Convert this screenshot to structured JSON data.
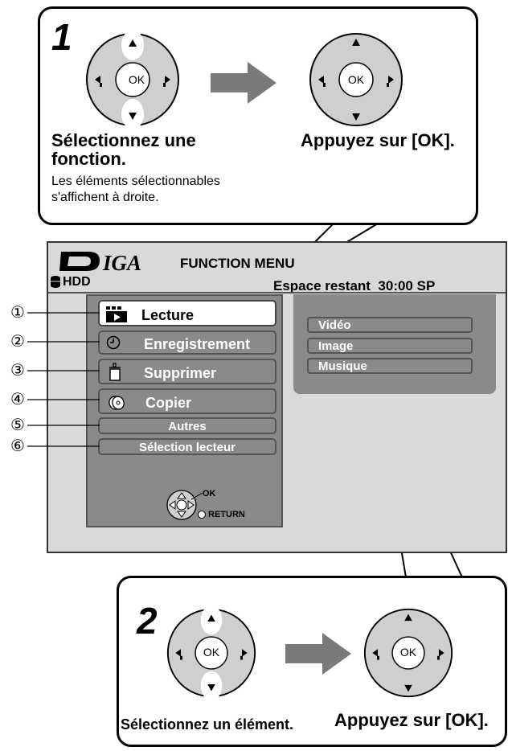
{
  "step1": {
    "number": "1",
    "select_title": "Sélectionnez une fonction.",
    "select_desc": "Les éléments sélectionnables s'affichent à droite.",
    "press_ok": "Appuyez sur [OK].",
    "ok_label": "OK"
  },
  "screen": {
    "logo": "DIGA",
    "title": "FUNCTION MENU",
    "drive": "HDD",
    "remaining_label": "Espace restant",
    "remaining_value": "30:00 SP",
    "menu": [
      {
        "num": "①",
        "label": "Lecture",
        "icon": "playback-icon",
        "selected": true
      },
      {
        "num": "②",
        "label": "Enregistrement",
        "icon": "clock-icon",
        "selected": false
      },
      {
        "num": "③",
        "label": "Supprimer",
        "icon": "trash-icon",
        "selected": false
      },
      {
        "num": "④",
        "label": "Copier",
        "icon": "copy-disc-icon",
        "selected": false
      },
      {
        "num": "⑤",
        "label": "Autres",
        "icon": "",
        "selected": false
      },
      {
        "num": "⑥",
        "label": "Sélection lecteur",
        "icon": "",
        "selected": false
      }
    ],
    "submenu": [
      "Vidéo",
      "Image",
      "Musique"
    ],
    "nav_ok": "OK",
    "nav_return": "RETURN"
  },
  "step2": {
    "number": "2",
    "select_title": "Sélectionnez un élément.",
    "press_ok": "Appuyez sur [OK].",
    "ok_label": "OK"
  },
  "colors": {
    "panel": "#8a8a8a",
    "screen_bg": "#d9d9d9",
    "arrow": "#7a7a7a"
  }
}
